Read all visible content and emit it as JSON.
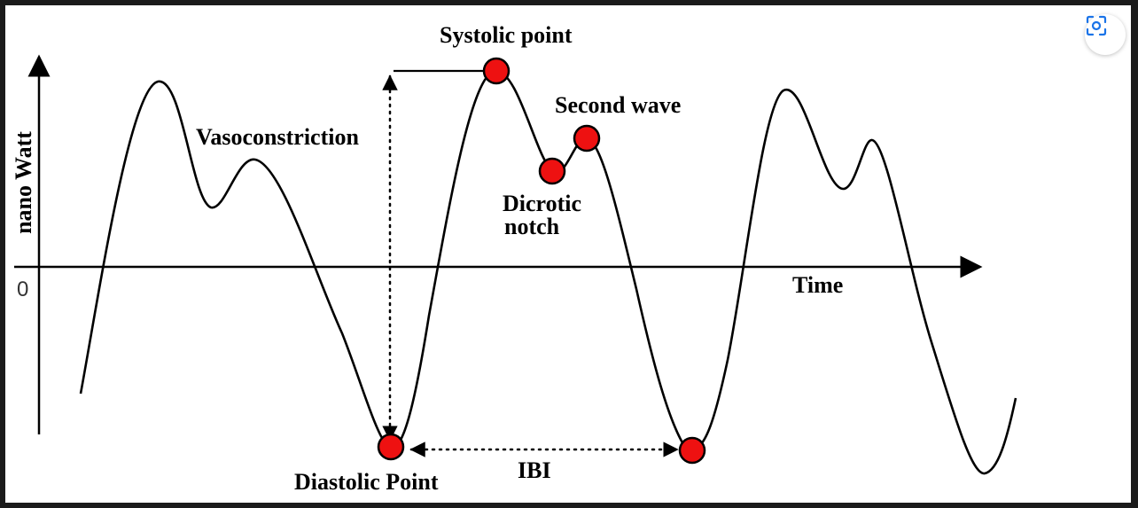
{
  "labels": {
    "y_axis": "nano Watt",
    "x_axis": "Time",
    "zero": "0",
    "systolic": "Systolic point",
    "second_wave": "Second wave",
    "vasoconstriction": "Vasoconstriction",
    "dicrotic_line1": "Dicrotic",
    "dicrotic_line2": "notch",
    "diastolic": "Diastolic Point",
    "ibi": "IBI"
  },
  "colors": {
    "marker": "#ee1111",
    "line": "#000000",
    "background": "#ffffff"
  },
  "controls": {
    "lens_icon": "visual-search-icon"
  }
}
